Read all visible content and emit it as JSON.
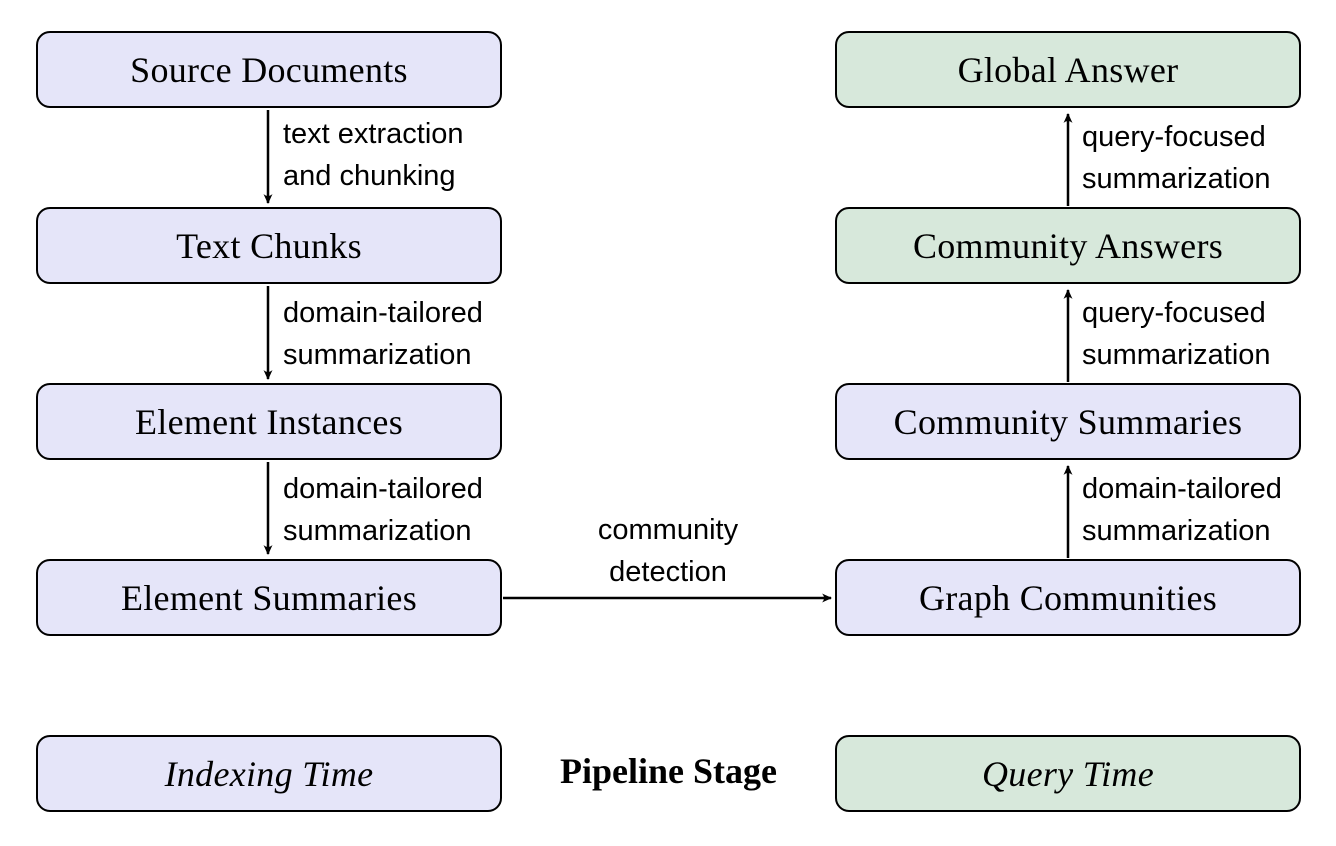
{
  "colors": {
    "indexing_fill": "#e5e5f9",
    "query_fill": "#d7e8db",
    "stroke": "#000000"
  },
  "nodes": {
    "source_documents": "Source Documents",
    "text_chunks": "Text Chunks",
    "element_instances": "Element Instances",
    "element_summaries": "Element Summaries",
    "graph_communities": "Graph Communities",
    "community_summaries": "Community Summaries",
    "community_answers": "Community Answers",
    "global_answer": "Global Answer"
  },
  "edges": {
    "docs_to_chunks": [
      "text extraction",
      "and chunking"
    ],
    "chunks_to_instances": [
      "domain-tailored",
      "summarization"
    ],
    "instances_to_summaries": [
      "domain-tailored",
      "summarization"
    ],
    "summaries_to_communities": [
      "community",
      "detection"
    ],
    "communities_to_comm_summaries": [
      "domain-tailored",
      "summarization"
    ],
    "comm_summaries_to_comm_answers": [
      "query-focused",
      "summarization"
    ],
    "comm_answers_to_global": [
      "query-focused",
      "summarization"
    ]
  },
  "legend": {
    "indexing": "Indexing Time",
    "title": "Pipeline Stage",
    "query": "Query Time"
  }
}
